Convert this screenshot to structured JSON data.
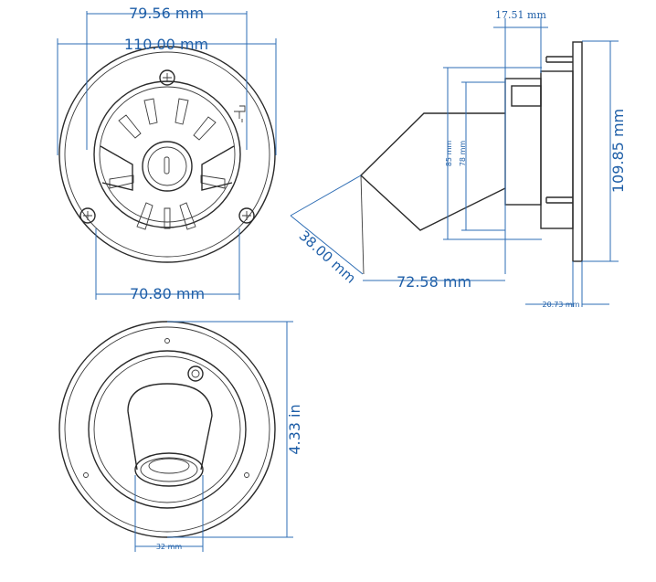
{
  "top_view": {
    "dim_outer_width": "79.56 mm",
    "dim_flange_diameter": "110.00 mm",
    "dim_hole_spacing": "70.80 mm"
  },
  "side_view": {
    "dim_thickness_top": "17.51 mm",
    "dim_height": "109.85 mm",
    "dim_inner_85": "85 mm",
    "dim_inner_78": "78 mm",
    "dim_spout_diameter": "38.00 mm",
    "dim_depth": "72.58 mm",
    "dim_flange_thickness": "20.73 mm"
  },
  "rear_view": {
    "dim_height_in": "4.33 in",
    "dim_spout_width": "32 mm"
  },
  "colors": {
    "dimension": "#1f5fa8",
    "outline": "#2a2a2a"
  }
}
